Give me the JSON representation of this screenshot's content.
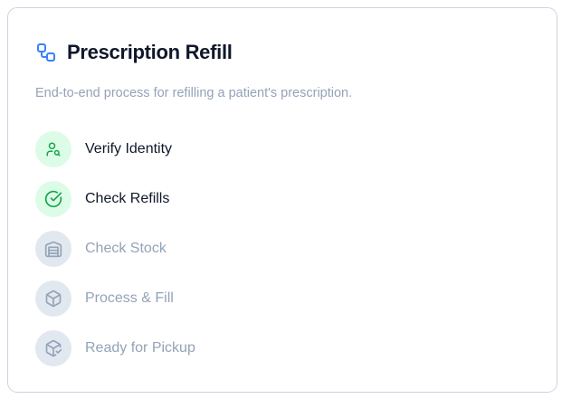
{
  "card": {
    "title": "Prescription Refill",
    "title_icon": "workflow-icon",
    "description": "End-to-end process for refilling a patient's prescription."
  },
  "steps": [
    {
      "label": "Verify Identity",
      "icon": "user-search-icon",
      "status": "completed"
    },
    {
      "label": "Check Refills",
      "icon": "circle-check-icon",
      "status": "completed"
    },
    {
      "label": "Check Stock",
      "icon": "warehouse-icon",
      "status": "pending"
    },
    {
      "label": "Process & Fill",
      "icon": "package-icon",
      "status": "pending"
    },
    {
      "label": "Ready for Pickup",
      "icon": "package-check-icon",
      "status": "pending"
    }
  ],
  "colors": {
    "accent": "#3b82f6",
    "completed_bg": "#dcfce7",
    "completed_icon": "#16a34a",
    "pending_bg": "#e2e8f0",
    "pending_icon": "#94a3b8",
    "title_text": "#0f172a",
    "muted_text": "#94a3b8",
    "border": "#cbd5e1"
  }
}
